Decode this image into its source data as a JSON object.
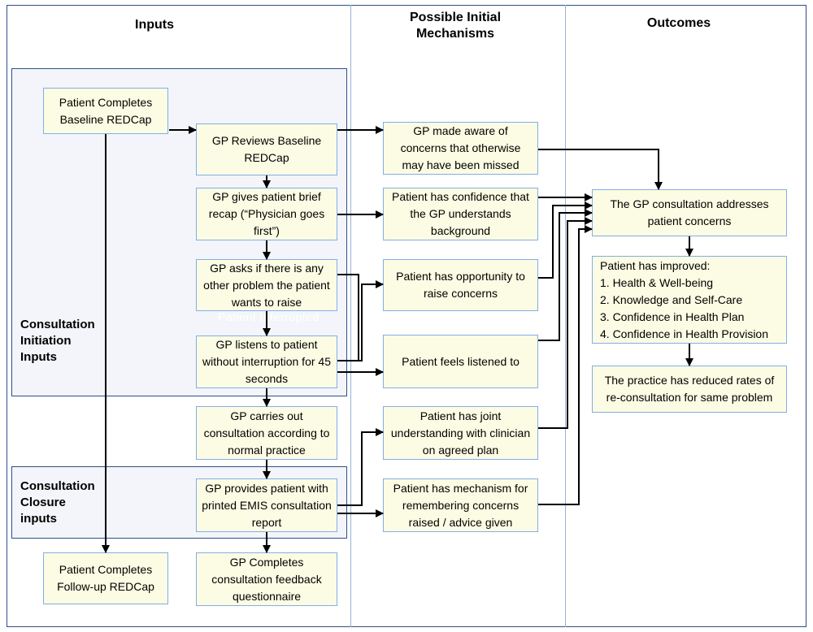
{
  "columns": {
    "inputs": "Inputs",
    "mechanisms": "Possible Initial Mechanisms",
    "outcomes": "Outcomes"
  },
  "groups": {
    "initiation": "Consultation Initiation Inputs",
    "closure": "Consultation Closure inputs"
  },
  "ghost_text": "Patient Interrupted",
  "inputs": {
    "baseline": "Patient Completes Baseline REDCap",
    "reviews": "GP Reviews Baseline REDCap",
    "recap": "GP gives patient brief recap (“Physician goes first”)",
    "asks": "GP asks if there is any other problem the patient wants to raise",
    "listens": "GP listens to patient without interruption for 45 seconds",
    "carries": "GP carries out consultation according to normal practice",
    "provides": "GP provides patient with printed EMIS consultation report",
    "followup": "Patient Completes Follow-up REDCap",
    "feedback": "GP Completes consultation feedback questionnaire"
  },
  "mechanisms": {
    "aware": "GP made aware of concerns that otherwise may have been missed",
    "confidence": "Patient has confidence that the GP understands background",
    "opportunity": "Patient has opportunity to raise concerns",
    "listened": "Patient feels listened to",
    "joint": "Patient has joint understanding with clinician on agreed plan",
    "remember": "Patient has  mechanism for remembering concerns raised / advice given"
  },
  "outcomes": {
    "addresses": "The GP consultation addresses patient concerns",
    "improved": "Patient has improved:\n1. Health & Well-being\n2. Knowledge and Self-Care\n3. Confidence in Health Plan\n4. Confidence in Health Provision",
    "reduced": "The practice has reduced rates of re-consultation for same problem"
  },
  "colors": {
    "box_fill": "#fcfce4",
    "box_border": "#82aee6",
    "group_border": "#2f4f88",
    "group_fill": "#f3f5fa",
    "arrow": "#000000"
  }
}
